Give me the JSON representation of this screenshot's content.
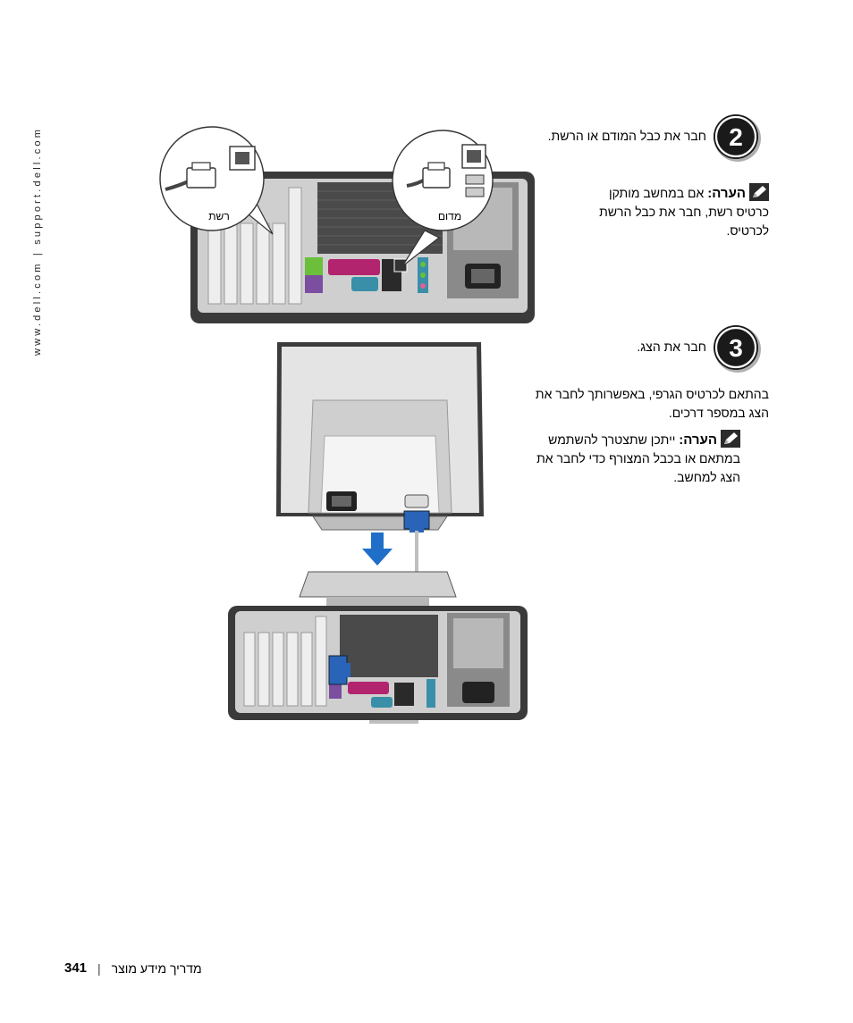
{
  "side_url": "www.dell.com | support.dell.com",
  "step2": {
    "number": "2",
    "instruction": "חבר את כבל המודם או הרשת.",
    "note_label": "הערה:",
    "note_text": "אם במחשב מותקן כרטיס רשת, חבר את כבל הרשת לכרטיס.",
    "callout_network": "רשת",
    "callout_modem": "מדום"
  },
  "step3": {
    "number": "3",
    "instruction": "חבר את הצג.",
    "body": "בהתאם לכרטיס הגרפי, באפשרותך לחבר את הצג במספר דרכים.",
    "note_label": "הערה:",
    "note_text": "ייתכן שתצטרך להשתמש במתאם או בכבל המצורף כדי לחבר את הצג למחשב."
  },
  "footer": {
    "page_number": "341",
    "separator": "|",
    "title": "מדריך מידע מוצר"
  },
  "colors": {
    "badge_dark": "#1a1a1a",
    "arrow_blue": "#1f6fc9",
    "vga_blue": "#2a64b8",
    "port_green": "#6bbf3a",
    "port_purple": "#7b4ea0",
    "port_magenta": "#b3246e",
    "port_teal": "#3a8fa8",
    "port_pink": "#e0609a"
  }
}
